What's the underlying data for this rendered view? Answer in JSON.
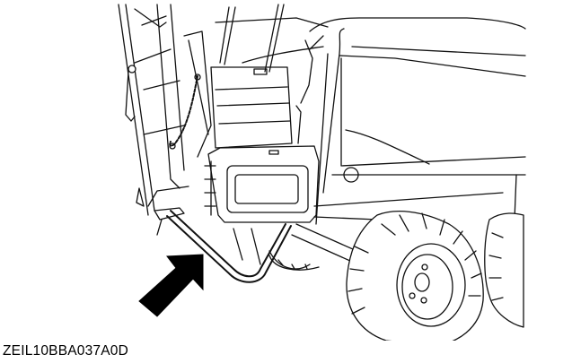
{
  "figure": {
    "caption": "ZEIL10BBA037A0D",
    "subject": "tractor-step-and-battery-box-illustration",
    "callout": {
      "type": "arrow",
      "points_to": "step-bar",
      "color": "#000000"
    },
    "colors": {
      "line": "#111111",
      "background": "#ffffff"
    }
  }
}
